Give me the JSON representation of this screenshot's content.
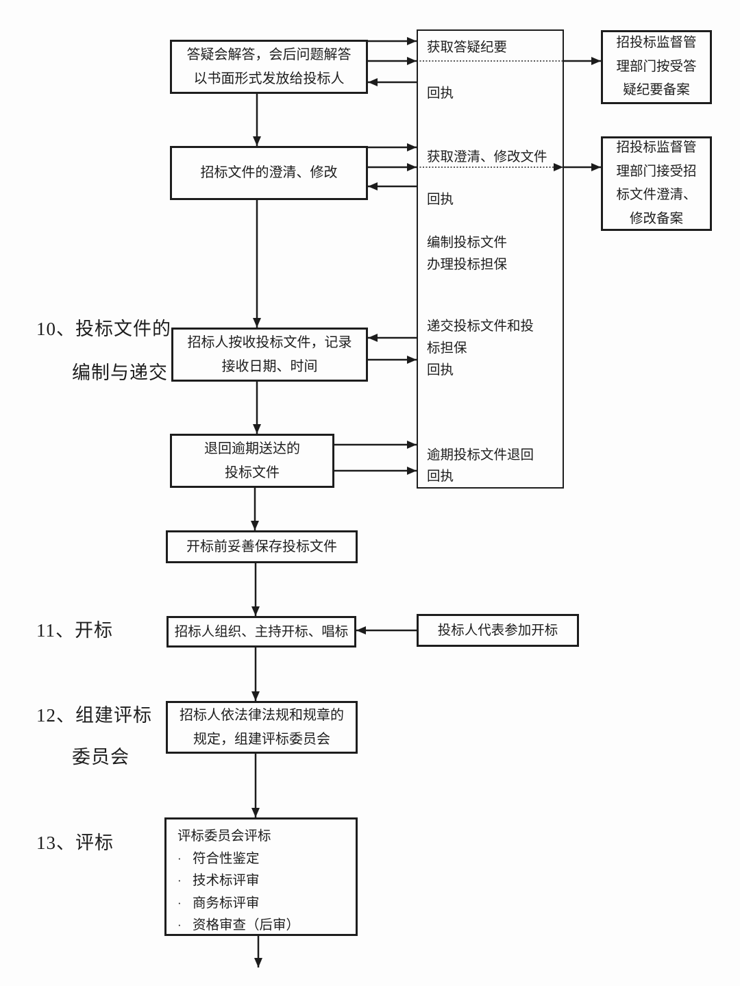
{
  "page": {
    "background": "#fdfdfd",
    "line_color": "#1c1c1c"
  },
  "section_labels": {
    "s10_line1": "10、投标文件的",
    "s10_line2": "编制与递交",
    "s11": "11、开标",
    "s12_line1": "12、组建评标",
    "s12_line2": "委员会",
    "s13": "13、评标"
  },
  "boxes": {
    "qa_reply": {
      "line1": "答疑会解答，会后问题解答",
      "line2": "以书面形式发放给投标人"
    },
    "clarify": {
      "line1": "招标文件的澄清、修改"
    },
    "receive_bids": {
      "line1": "招标人按收投标文件，记录",
      "line2": "接收日期、时间"
    },
    "return_overdue": {
      "line1": "退回逾期送达的",
      "line2": "投标文件"
    },
    "keep_safe": {
      "line1": "开标前妥善保存投标文件"
    },
    "open_bid": {
      "line1": "招标人组织、主持开标、唱标"
    },
    "committee": {
      "line1": "招标人依法律法规和规章的",
      "line2": "规定，组建评标委员会"
    },
    "evaluation": {
      "title": "评标委员会评标",
      "bullet": "·",
      "items": [
        "符合性鉴定",
        "技术标评审",
        "商务标评审",
        "资格审查（后审）"
      ]
    },
    "bidder_rep": {
      "line1": "投标人代表参加开标"
    },
    "regulator_minutes": {
      "line1": "招投标监督管",
      "line2": "理部门按受答",
      "line3": "疑纪要备案"
    },
    "regulator_clarify": {
      "line1": "招投标监督管",
      "line2": "理部门接受招",
      "line3": "标文件澄清、",
      "line4": "修改备案"
    }
  },
  "bidder_column": {
    "get_minutes": "获取答疑纪要",
    "receipt_1": "回执",
    "get_clarification": "获取澄清、修改文件",
    "receipt_2": "回执",
    "prepare_line1": "编制投标文件",
    "prepare_line2": "办理投标担保",
    "submit_line1": "递交投标文件和投",
    "submit_line2": "标担保",
    "receipt_3": "回执",
    "overdue_return": "逾期投标文件退回",
    "receipt_4": "回执"
  }
}
